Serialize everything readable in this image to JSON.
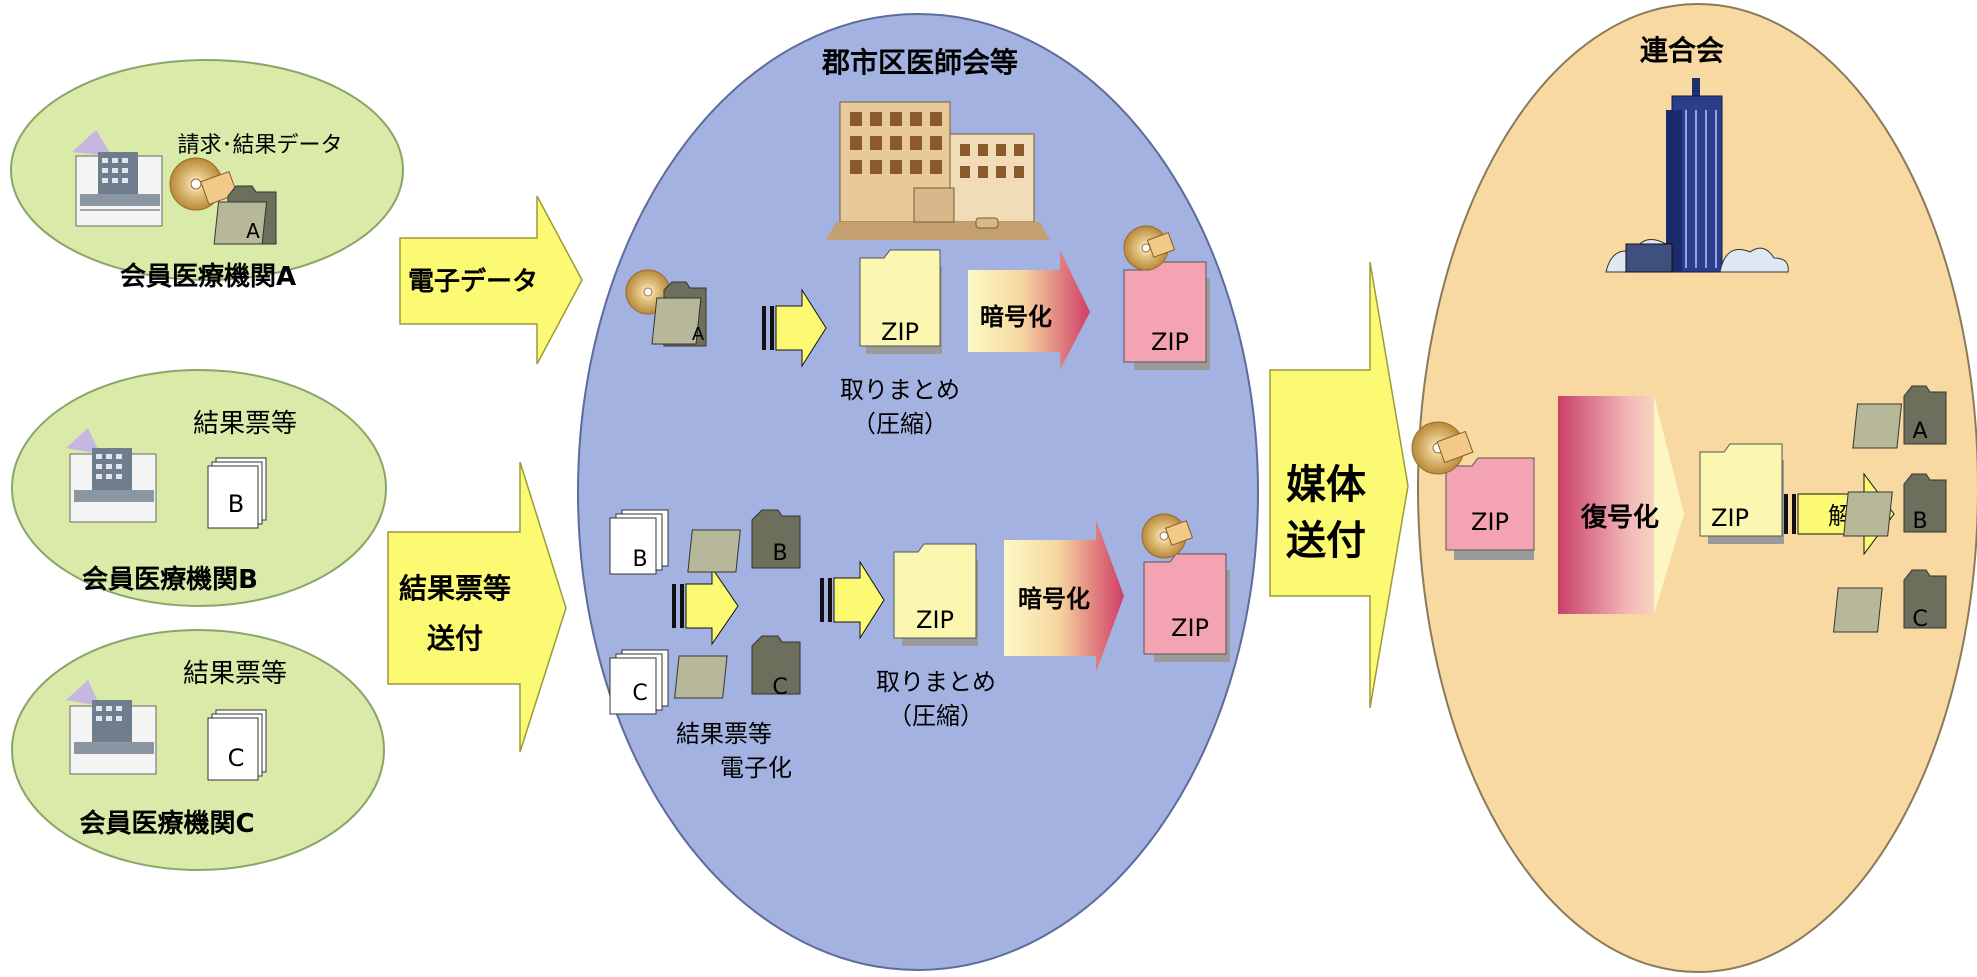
{
  "colors": {
    "member_ellipse": "#d9eaa9",
    "district_ellipse": "#a3b2e0",
    "federation_ellipse": "#f8d9a2",
    "arrow_yellow": "#fbfa72",
    "zip_plain": "#fbf6b0",
    "zip_encrypted": "#f3a3b2",
    "encrypt_from": "#fbf6b0",
    "encrypt_to": "#d7446e"
  },
  "members": {
    "a": {
      "caption": "請求･結果データ",
      "name": "会員医療機関A",
      "doc_letter": "A"
    },
    "b": {
      "caption": "結果票等",
      "name": "会員医療機関B",
      "doc_letter": "B"
    },
    "c": {
      "caption": "結果票等",
      "name": "会員医療機関C",
      "doc_letter": "C"
    }
  },
  "arrows": {
    "electronic": "電子データ",
    "results_line1": "結果票等",
    "results_line2": "送付",
    "media_line1": "媒体",
    "media_line2": "送付"
  },
  "district": {
    "title": "郡市区医師会等",
    "top": {
      "folder_letter": "A",
      "zip": "ZIP",
      "encrypt": "暗号化",
      "zip_enc": "ZIP",
      "compress_line1": "取りまとめ",
      "compress_line2": "（圧縮）"
    },
    "bottom": {
      "doc_b": "B",
      "doc_c": "C",
      "folder_b": "B",
      "folder_c": "C",
      "zip": "ZIP",
      "encrypt": "暗号化",
      "zip_enc": "ZIP",
      "compress_line1": "取りまとめ",
      "compress_line2": "（圧縮）",
      "digitize_line1": "結果票等",
      "digitize_line2": "電子化"
    }
  },
  "federation": {
    "title": "連合会",
    "zip_enc": "ZIP",
    "decrypt": "復号化",
    "zip": "ZIP",
    "unzip": "解凍",
    "out": [
      "A",
      "B",
      "C"
    ]
  }
}
